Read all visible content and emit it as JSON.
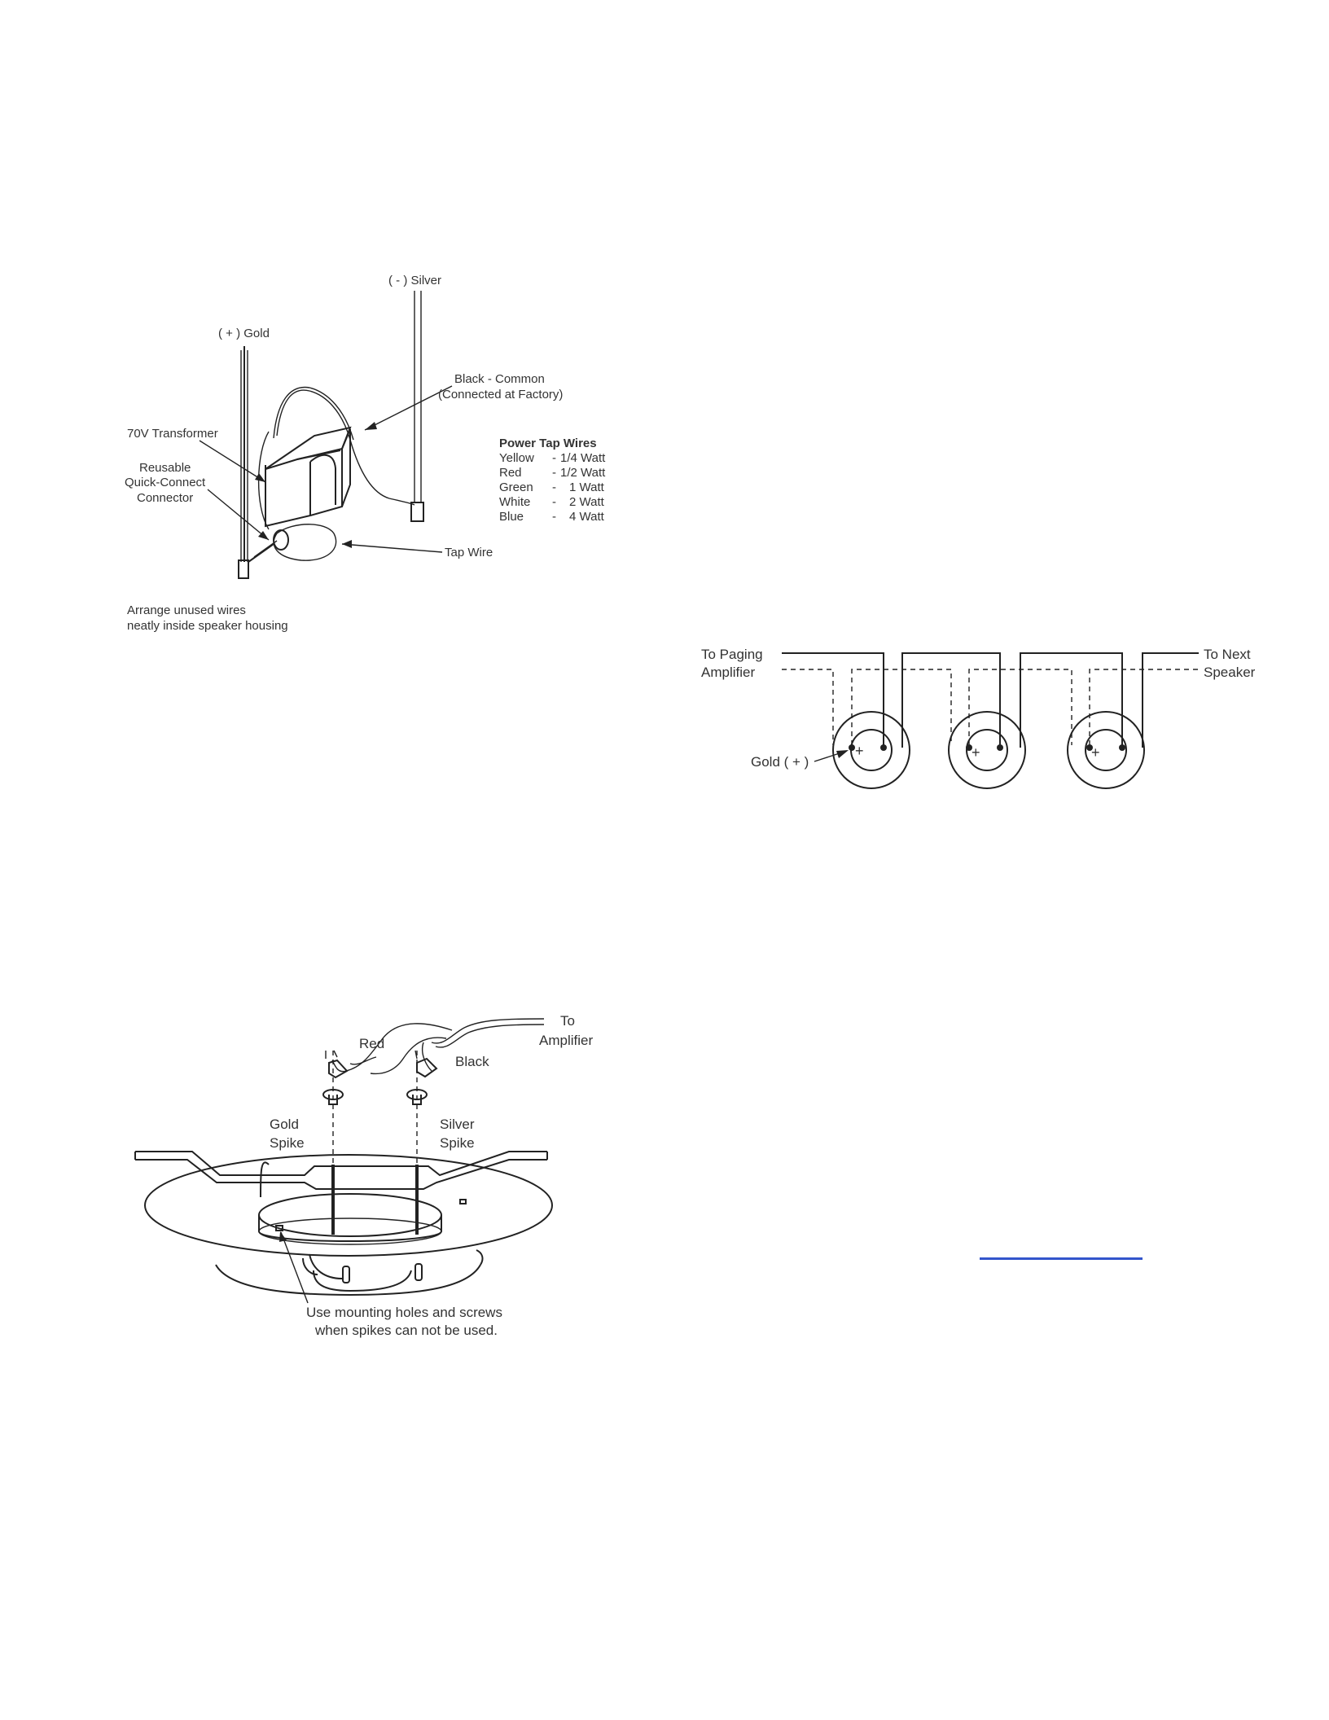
{
  "transformer_diagram": {
    "silver_label": "( - ) Silver",
    "gold_label": "( + ) Gold",
    "black_common_line1": "Black - Common",
    "black_common_line2": "(Connected at Factory)",
    "transformer_label": "70V Transformer",
    "connector_line1": "Reusable",
    "connector_line2": "Quick-Connect",
    "connector_line3": "Connector",
    "tap_wire_label": "Tap Wire",
    "note_line1": "Arrange unused wires",
    "note_line2": "neatly inside speaker housing",
    "power_tap": {
      "title": "Power Tap Wires",
      "rows": [
        {
          "color": "Yellow",
          "dash": "-",
          "watt": "1/4 Watt"
        },
        {
          "color": "Red",
          "dash": "-",
          "watt": "1/2 Watt"
        },
        {
          "color": "Green",
          "dash": "-",
          "watt": "1 Watt"
        },
        {
          "color": "White",
          "dash": "-",
          "watt": "2 Watt"
        },
        {
          "color": "Blue",
          "dash": "-",
          "watt": "4 Watt"
        }
      ]
    }
  },
  "wiring_diagram": {
    "left_line1": "To Paging",
    "left_line2": "Amplifier",
    "right_line1": "To Next",
    "right_line2": "Speaker",
    "gold_label": "Gold ( + )",
    "plus_sign": "+"
  },
  "mounting_diagram": {
    "to_line1": "To",
    "to_line2": "Amplifier",
    "red_label": "Red",
    "black_label": "Black",
    "gold_line1": "Gold",
    "gold_line2": "Spike",
    "silver_line1": "Silver",
    "silver_line2": "Spike",
    "note_line1": "Use mounting holes and screws",
    "note_line2": "when spikes can not be used."
  }
}
